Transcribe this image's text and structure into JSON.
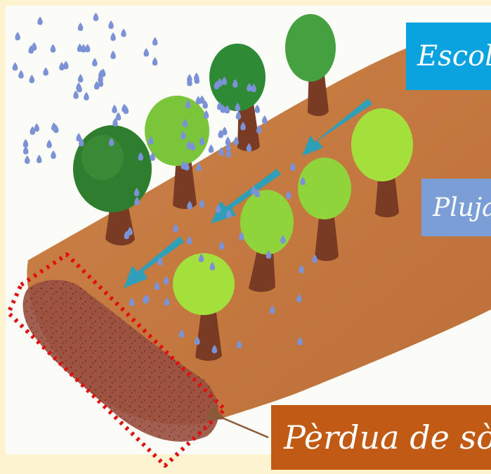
{
  "labels": {
    "runoff": "Escolament",
    "rain": "Pluja",
    "soil_loss": "Pèrdua de sòl"
  },
  "colors": {
    "background": "#fdf3d0",
    "hill": "#c77a3a",
    "soil_edge": "#8d4a3a",
    "runoff_arrows": "#1fa3c4",
    "raindrops": "#7b93d6",
    "tree_dark": "#2f7d2e",
    "tree_light": "#8fd43a",
    "trunk": "#7a3b25",
    "highlight_box": "#e01010",
    "label_runoff_bg": "#0aa3e0",
    "label_rain_bg": "#7b9ed6",
    "label_soil_bg": "#c05a14"
  },
  "elements": {
    "hillside": "sloped-hillside",
    "trees": "tree-icon",
    "runoff": "runoff-arrow-icon",
    "rain": "raindrop-icon",
    "eroded_soil": "eroded-soil-mass",
    "highlight": "dotted-highlight-box",
    "pointer": "pointer-arrow-icon"
  }
}
